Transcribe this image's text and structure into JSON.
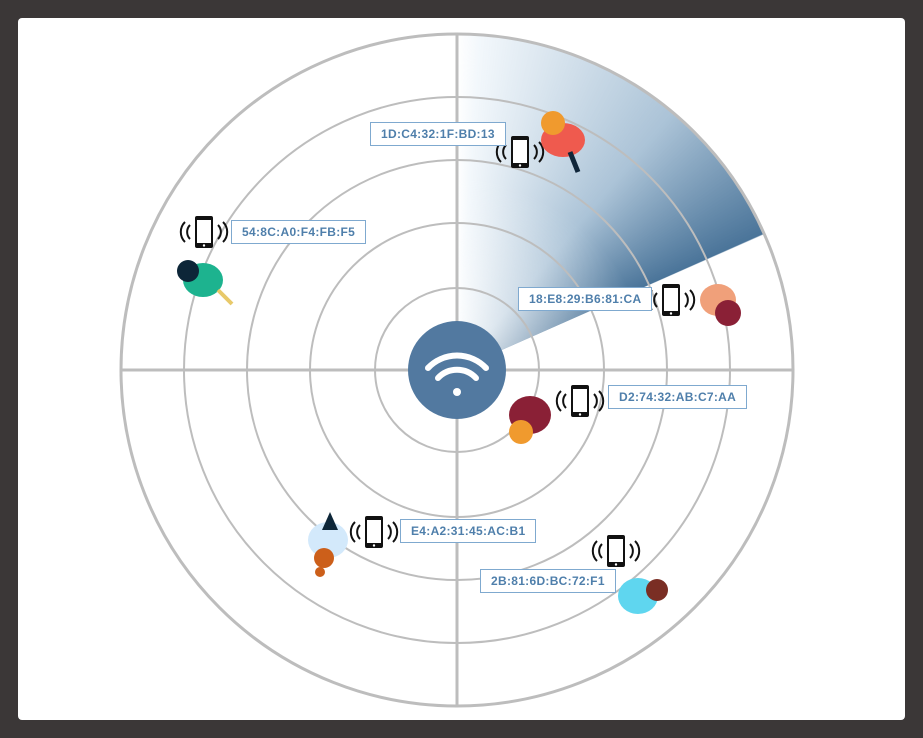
{
  "center": {
    "icon": "wifi-icon",
    "color": "#5279a0"
  },
  "sweep_color": "#4a7499",
  "devices": [
    {
      "mac": "1D:C4:32:1F:BD:13",
      "shirt": "#ef5a4e",
      "hair": "#f09a2e"
    },
    {
      "mac": "54:8C:A0:F4:FB:F5",
      "shirt": "#1db38f",
      "hair": "#0d2638"
    },
    {
      "mac": "18:E8:29:B6:81:CA",
      "shirt": "#f0a07a",
      "hair": "#8a2036"
    },
    {
      "mac": "D2:74:32:AB:C7:AA",
      "shirt": "#8a2036",
      "hair": "#f09a2e"
    },
    {
      "mac": "E4:A2:31:45:AC:B1",
      "shirt": "#d3e9fb",
      "hair": "#cc5f1a"
    },
    {
      "mac": "2B:81:6D:BC:72:F1",
      "shirt": "#5fd6ef",
      "hair": "#7a2e24"
    }
  ]
}
